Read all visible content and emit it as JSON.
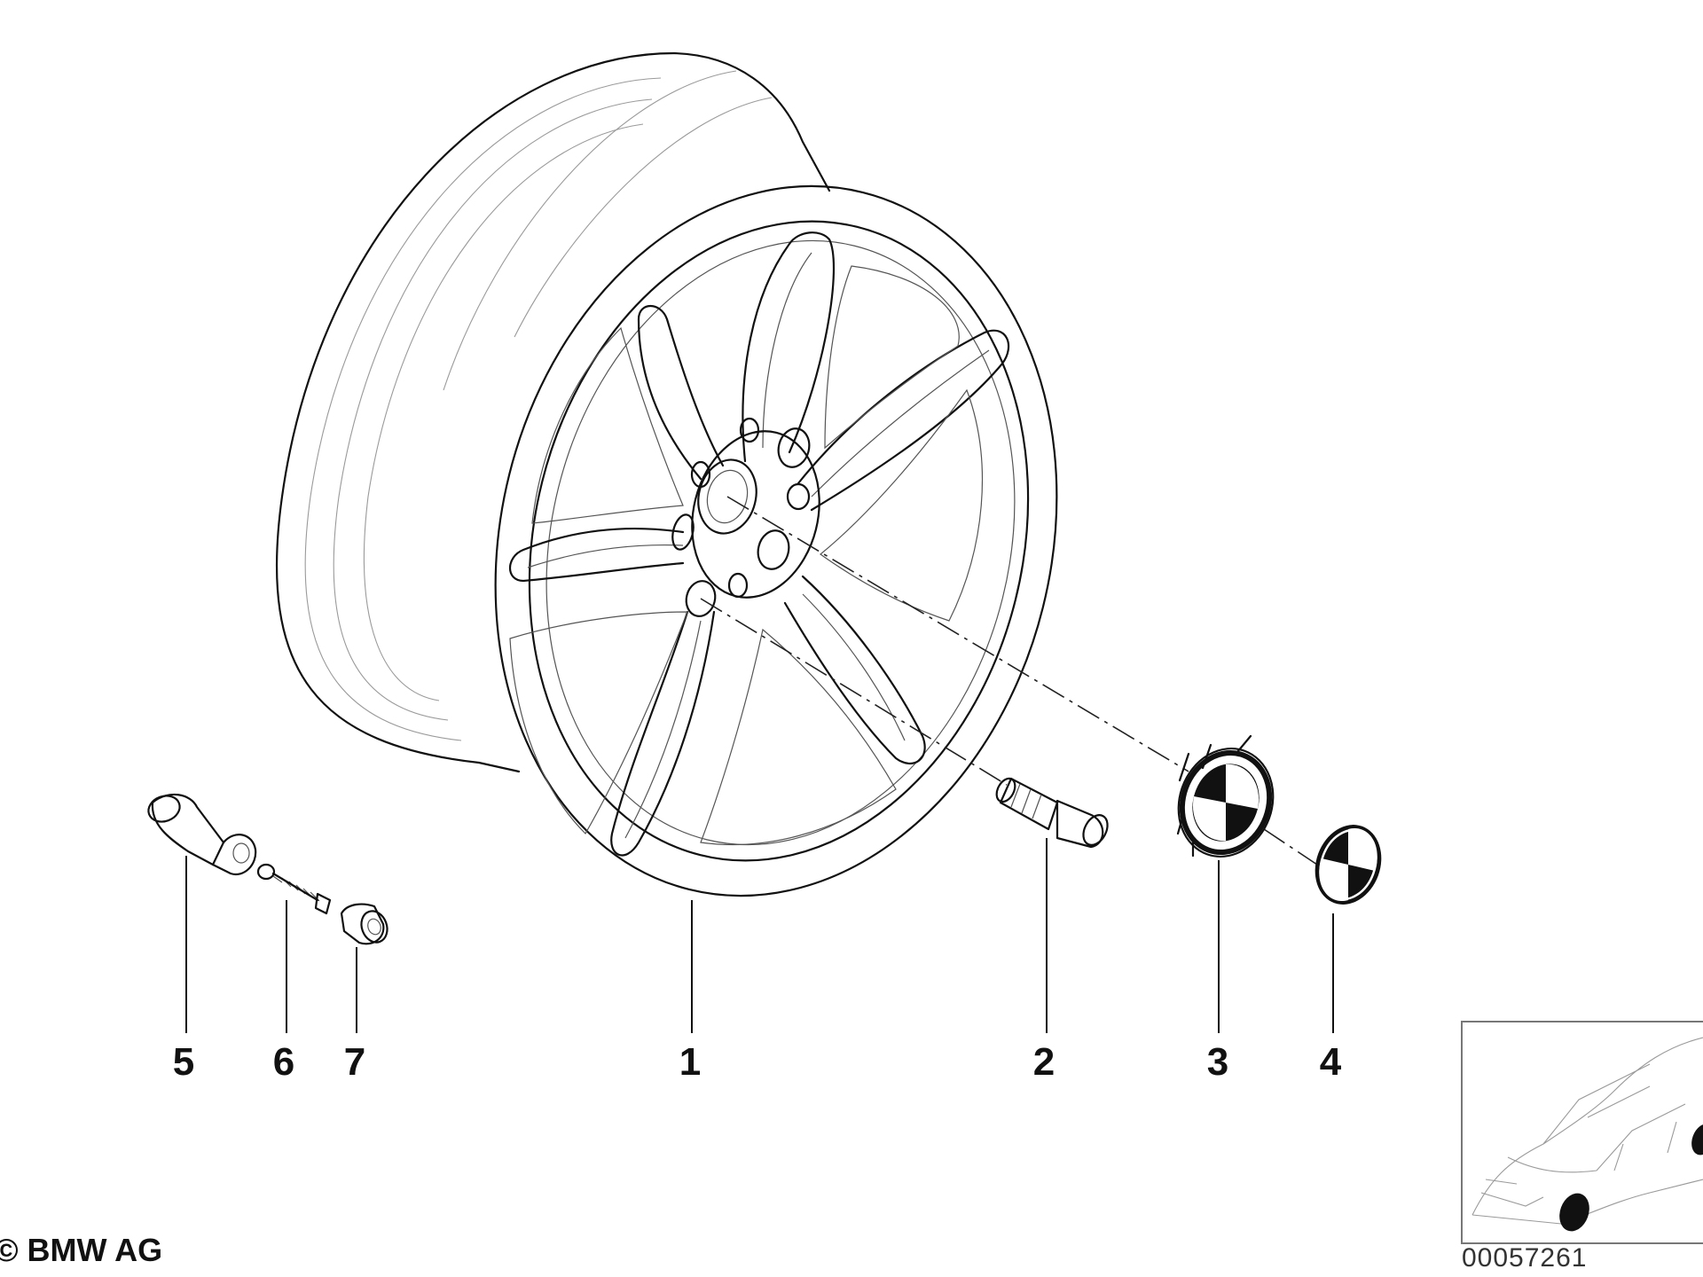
{
  "labels": {
    "p1": "1",
    "p2": "2",
    "p3": "3",
    "p4": "4",
    "p5": "5",
    "p6": "6",
    "p7": "7"
  },
  "copyright": "© BMW AG",
  "reference_number": "00057261",
  "colors": {
    "line": "#111111",
    "background": "#ffffff"
  }
}
